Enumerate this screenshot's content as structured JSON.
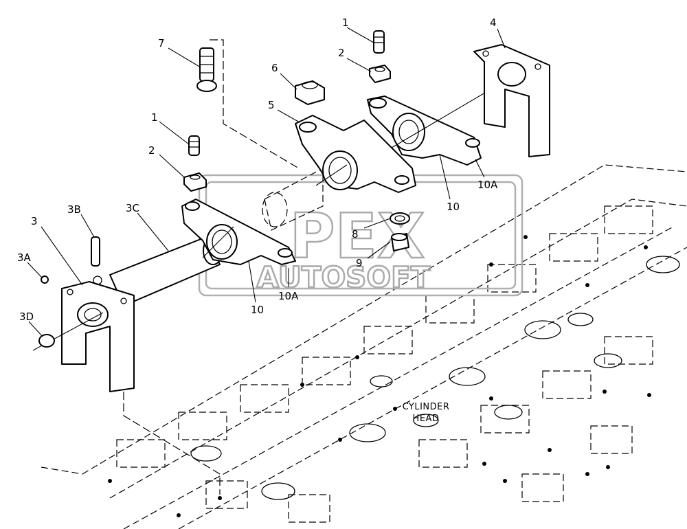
{
  "callouts": [
    {
      "id": "c1a",
      "text": "1"
    },
    {
      "id": "c2a",
      "text": "2"
    },
    {
      "id": "c4",
      "text": "4"
    },
    {
      "id": "c6",
      "text": "6"
    },
    {
      "id": "c5",
      "text": "5"
    },
    {
      "id": "c7",
      "text": "7"
    },
    {
      "id": "c1b",
      "text": "1"
    },
    {
      "id": "c2b",
      "text": "2"
    },
    {
      "id": "c3",
      "text": "3"
    },
    {
      "id": "c3b",
      "text": "3B"
    },
    {
      "id": "c3c",
      "text": "3C"
    },
    {
      "id": "c3a",
      "text": "3A"
    },
    {
      "id": "c3d",
      "text": "3D"
    },
    {
      "id": "c10a1",
      "text": "10A"
    },
    {
      "id": "c10a",
      "text": "10"
    },
    {
      "id": "c8",
      "text": "8"
    },
    {
      "id": "c9",
      "text": "9"
    },
    {
      "id": "c10b",
      "text": "10"
    },
    {
      "id": "c10a2",
      "text": "10A"
    }
  ],
  "caption": {
    "line1": "CYLINDER",
    "line2": "HEAD"
  },
  "watermark": {
    "text": "AUTOSOFT",
    "logo": "PEX"
  }
}
